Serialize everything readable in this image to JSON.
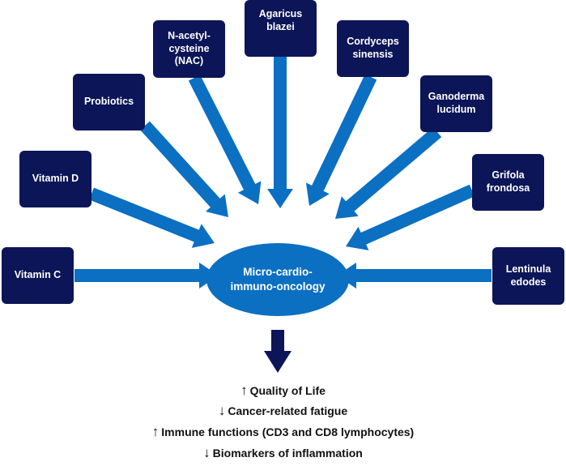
{
  "center": {
    "label": "Micro-cardio-\nimmuno-oncology"
  },
  "factors": [
    {
      "label": "Vitamin C"
    },
    {
      "label": "Vitamin D"
    },
    {
      "label": "Probiotics"
    },
    {
      "label": "N-acetyl-\ncysteine (NAC)"
    },
    {
      "label": "Agaricus blazei"
    },
    {
      "label": "Cordyceps\nsinensis"
    },
    {
      "label": "Ganoderma\nlucidum"
    },
    {
      "label": "Grifola\nfrondosa"
    },
    {
      "label": "Lentinula\nedodes"
    }
  ],
  "effects": [
    {
      "direction": "up",
      "arrow": "↑",
      "text": "Quality of Life"
    },
    {
      "direction": "down",
      "arrow": "↓",
      "text": "Cancer-related fatigue"
    },
    {
      "direction": "up",
      "arrow": "↑",
      "text": "Immune functions (CD3 and CD8 lymphocytes)"
    },
    {
      "direction": "down",
      "arrow": "↓",
      "text": "Biomarkers of inflammation"
    }
  ],
  "colors": {
    "box": "#0c1557",
    "arrow": "#0b6fc2",
    "ellipse": "#0b6fc2",
    "down_arrow": "#0c1557"
  }
}
